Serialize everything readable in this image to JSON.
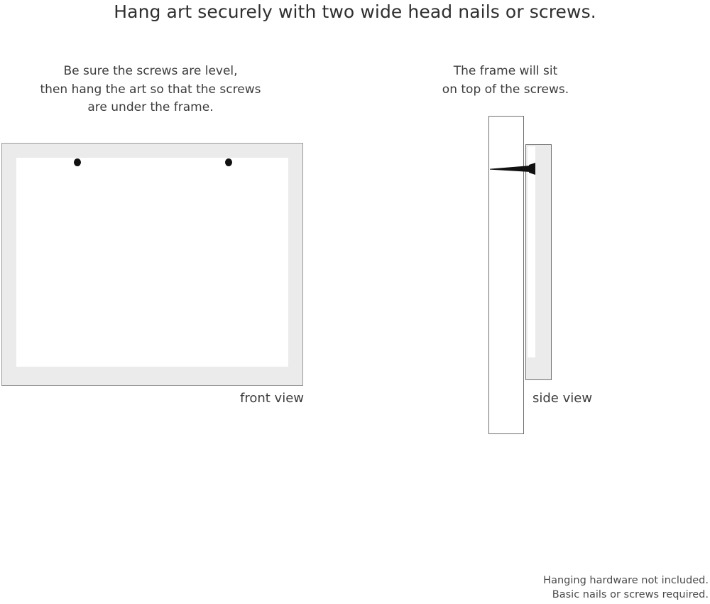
{
  "title": "Hang art securely with two wide head nails or screws.",
  "captions": {
    "left": "Be sure the screws are level,\nthen hang the art so that the screws\nare under the frame.",
    "right": "The frame will sit\non top of the screws."
  },
  "view_labels": {
    "front": "front view",
    "side": "side view"
  },
  "disclaimer": "Hanging hardware not included.\nBasic nails or screws required.",
  "diagram": {
    "front_view": {
      "frame_color": "#ebebeb",
      "frame_outline": "#9b9b9b",
      "mat_color": "#ffffff",
      "screws": [
        {
          "name": "left-screw",
          "color": "#111111"
        },
        {
          "name": "right-screw",
          "color": "#111111"
        }
      ]
    },
    "side_view": {
      "wall_color": "#ffffff",
      "wall_outline": "#6f6f6f",
      "frame_color": "#ebebeb",
      "frame_outline": "#6f6f6f",
      "frame_recess_color": "#ffffff",
      "nail_color": "#111111"
    }
  }
}
